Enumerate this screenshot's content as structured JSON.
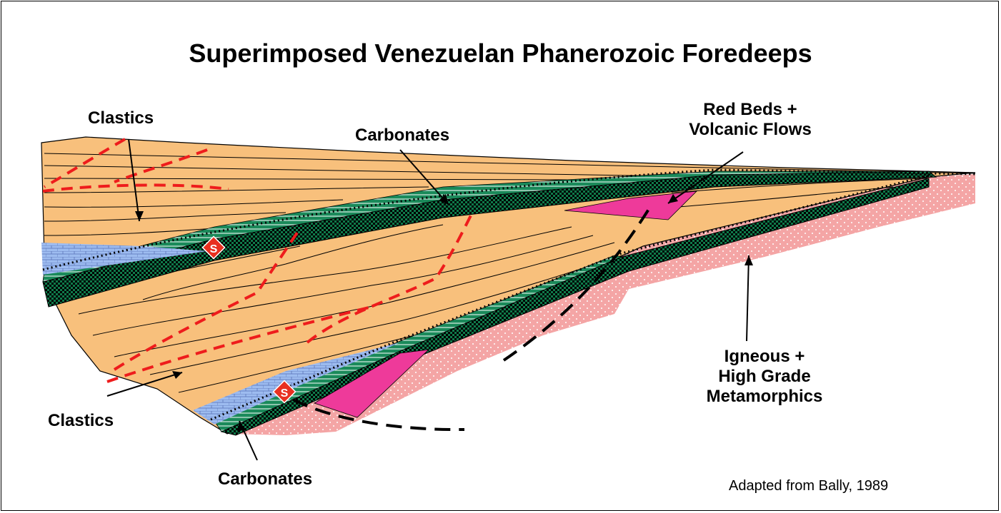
{
  "title": "Superimposed Venezuelan Phanerozoic Foredeeps",
  "labels": {
    "clastics_top": "Clastics",
    "carbonates_top": "Carbonates",
    "red_beds_line1": "Red Beds +",
    "red_beds_line2": "Volcanic Flows",
    "clastics_bottom": "Clastics",
    "carbonates_bottom": "Carbonates",
    "igneous_line1": "Igneous +",
    "igneous_line2": "High Grade",
    "igneous_line3": "Metamorphics",
    "seal_marker": "S"
  },
  "credit": "Adapted from Bally, 1989",
  "colors": {
    "clastics": "#f8c07c",
    "carbonates_green": "#1a8a5a",
    "basement_pink": "#f4a5a5",
    "red_beds_magenta": "#ee3a9a",
    "limestone_blue": "#9dbcf0",
    "fault_red": "#ee1c1c",
    "marker_red": "#e83020"
  }
}
